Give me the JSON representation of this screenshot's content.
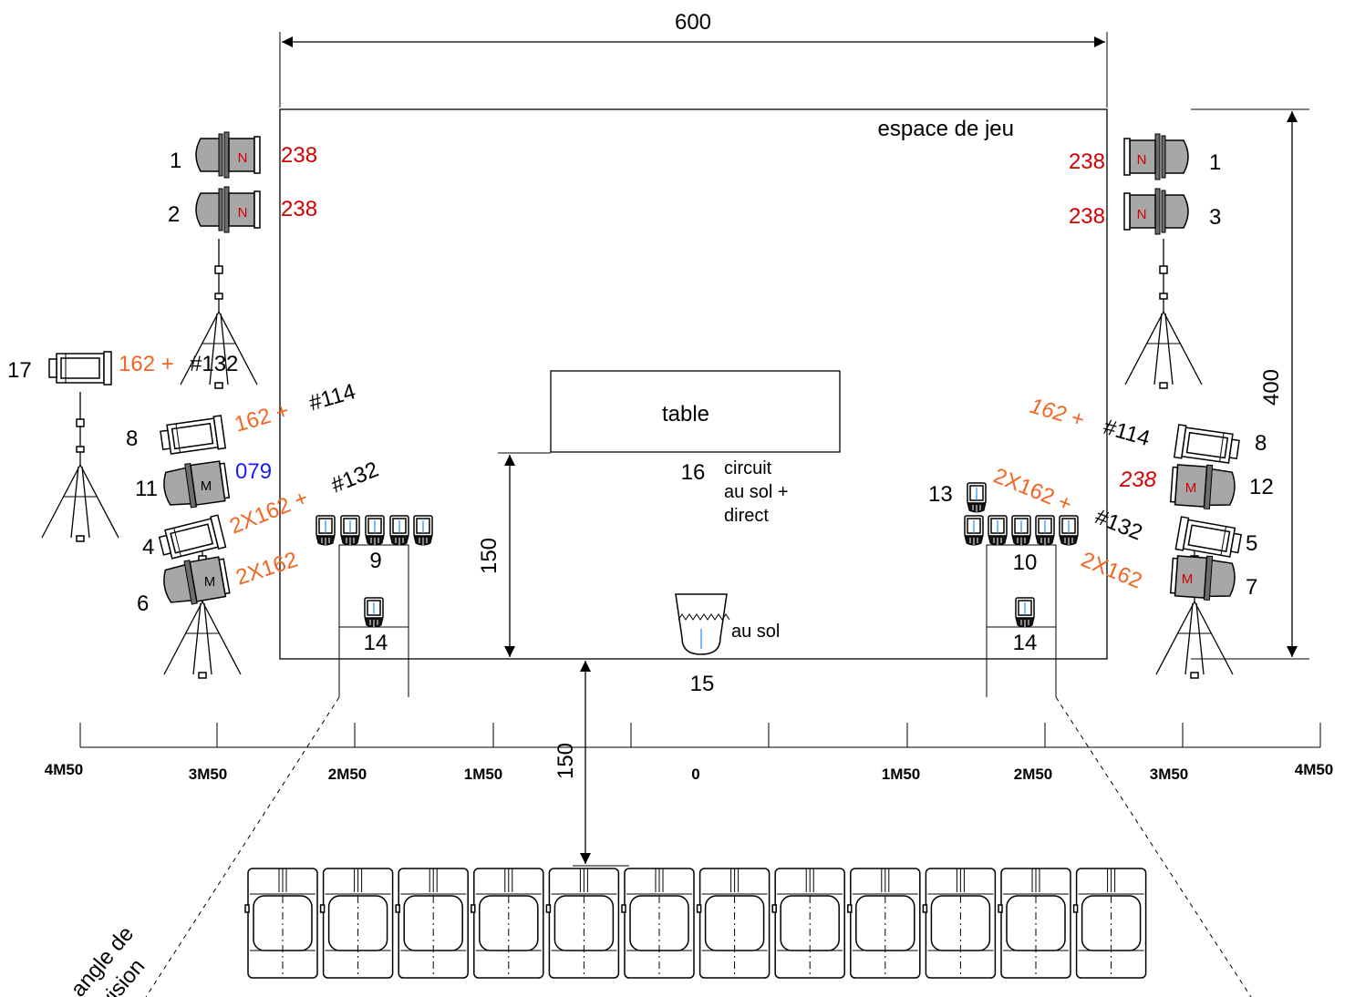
{
  "plan": {
    "stage_label": "espace de jeu",
    "width_dim": "600",
    "depth_dim": "400",
    "front_dim": "150",
    "audience_dim": "150",
    "table_label": "table",
    "floor_circuit_num": "16",
    "floor_circuit_lines": [
      "circuit",
      "au sol +",
      "direct"
    ],
    "floor_light_num": "15",
    "floor_light_label": "au sol",
    "vision_label_lines": [
      "angle de",
      "vision"
    ],
    "scale_marks": [
      "4M50",
      "3M50",
      "2M50",
      "1M50",
      "0",
      "1M50",
      "2M50",
      "3M50",
      "4M50"
    ]
  },
  "left_fixtures": [
    {
      "num": "1",
      "badge": "N",
      "gel": "238",
      "gel_color": "#d40000"
    },
    {
      "num": "2",
      "badge": "N",
      "gel": "238",
      "gel_color": "#d40000"
    },
    {
      "num": "17",
      "gel": "162 +",
      "gel_color": "#f26522",
      "filter": "#132"
    },
    {
      "num": "8",
      "gel": "162 +",
      "gel_color": "#f26522",
      "filter": "#114"
    },
    {
      "num": "11",
      "badge": "M",
      "gel": "079",
      "gel_color": "#1a1aff"
    },
    {
      "num": "4",
      "gel": "2X162 +",
      "gel_color": "#f26522",
      "filter": "#132"
    },
    {
      "num": "6",
      "badge": "M",
      "gel": "2X162",
      "gel_color": "#f26522"
    }
  ],
  "right_fixtures": [
    {
      "num": "1",
      "badge": "N",
      "gel": "238",
      "gel_color": "#d40000"
    },
    {
      "num": "3",
      "badge": "N",
      "gel": "238",
      "gel_color": "#d40000"
    },
    {
      "num": "8",
      "gel": "162 +",
      "gel_color": "#f26522",
      "filter": "#114"
    },
    {
      "num": "12",
      "badge": "M",
      "gel": "238",
      "gel_color": "#d40000"
    },
    {
      "num": "13"
    },
    {
      "num": "5",
      "gel": "2X162 +",
      "gel_color": "#f26522",
      "filter": "#132"
    },
    {
      "num": "7",
      "badge": "M",
      "gel": "2X162",
      "gel_color": "#f26522"
    }
  ],
  "floor_groups": {
    "left_num": "9",
    "right_num": "10",
    "left_box": "14",
    "right_box": "14"
  },
  "seat_count": 12
}
